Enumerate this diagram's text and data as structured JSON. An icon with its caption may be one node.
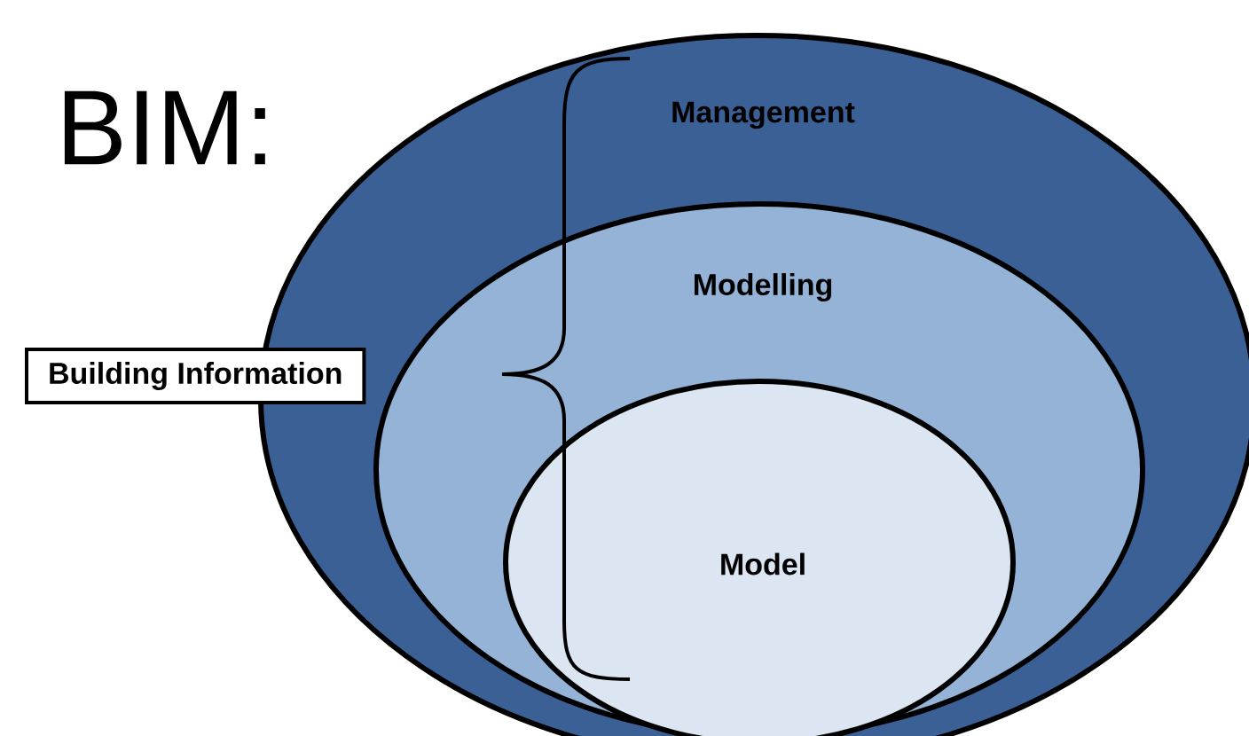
{
  "diagram": {
    "title": "BIM:",
    "nodes": [
      {
        "text": [
          "Management"
        ]
      },
      {
        "text": [
          "Modelling"
        ],
        "in": 0
      },
      {
        "text": [
          "Model"
        ],
        "in": 1
      },
      {
        "text": [
          "Building Information"
        ]
      }
    ]
  }
}
